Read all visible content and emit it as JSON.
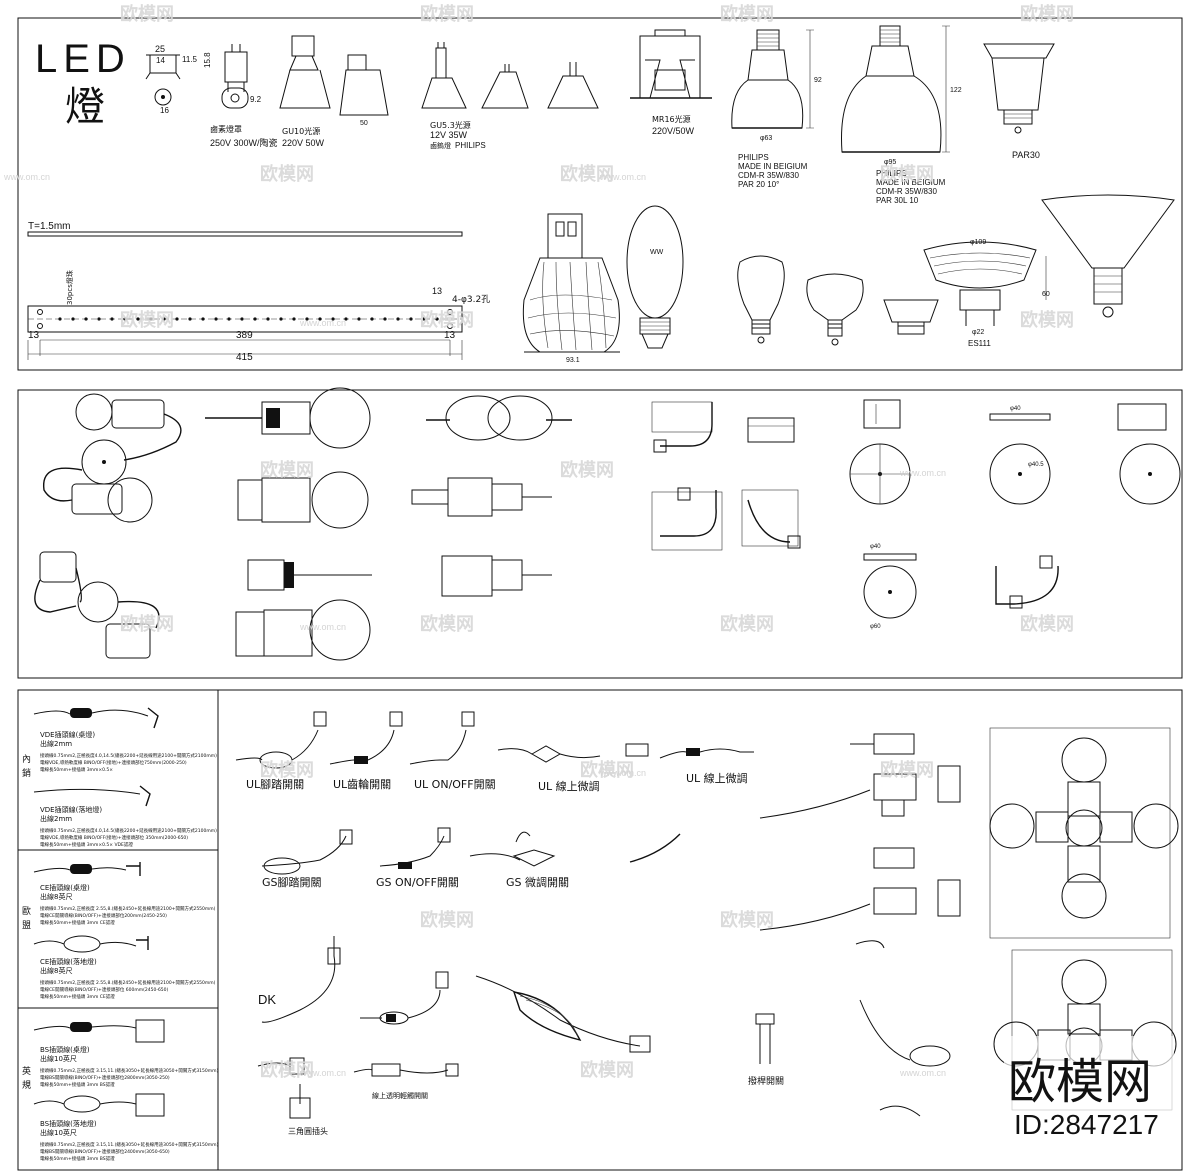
{
  "title": {
    "led": "LED",
    "lamp": "燈"
  },
  "top_panel": {
    "ceramic_base_caption": "鹵素燈罩",
    "ceramic_base_spec": "250V 300W/陶瓷",
    "dims_small": [
      "25",
      "14",
      "11.5",
      "15.8",
      "9.2",
      "16"
    ],
    "gu10_title": "GU10光源",
    "gu10_spec": "220V 50W",
    "gu10_dim": "50",
    "gu53_title": "GU5.3光源",
    "gu53_spec": "12V 35W",
    "gu53_brand_label": "鹵鎢燈",
    "gu53_brand": "PHILIPS",
    "mr16_title": "MR16光源",
    "mr16_spec": "220V/50W",
    "philips1": [
      "PHILIPS",
      "MADE IN BEIGIUM",
      "CDM-R 35W/830",
      "PAR 20   10°"
    ],
    "philips1_dims": [
      "92",
      "φ63"
    ],
    "philips2": [
      "PHILIPS",
      "MADE IN BEIGIUM",
      "CDM-R 35W/830",
      "PAR 30L 10"
    ],
    "philips2_dims": [
      "122",
      "φ95"
    ],
    "par30": "PAR30",
    "strip_thickness": "T=1.5mm",
    "strip_dims": [
      "13",
      "389",
      "13",
      "415",
      "4-φ3.2孔",
      "30pcs燈珠"
    ],
    "strip_side_dim": "13",
    "gu10_large_dim": "93.1",
    "es111_dims": [
      "φ109",
      "φ22",
      "60"
    ],
    "es111": "ES111",
    "bulb_text": "WW"
  },
  "mid_panel": {
    "small_dims": [
      "φ40",
      "φ60",
      "φ40",
      "φ40.5"
    ]
  },
  "bottom_panel": {
    "side_labels": [
      "內",
      "銷",
      "歐",
      "盟",
      "英",
      "規"
    ],
    "vde1_title": "VDE插頭線(桌燈)",
    "vde1_sub": "出線2mm",
    "vde1_note": [
      "接頭線0.75mm2,正極長度4.0,14.5(總長2200+延長線用途2100+開關方式2100mm)",
      "電線VDE,導熱軟度線 BINO/OFF(接地)+連接頭部位750mm(2000-250)",
      "電線長50mm+接插頭 3mm×0.5×"
    ],
    "vde2_title": "VDE插頭線(落地燈)",
    "vde2_sub": "出線2mm",
    "vde2_note": [
      "接頭線0.75mm2,正極長度4.0,14.5(總長2200+延長線用途2100+開關方式2100mm)",
      "電線VDE,導熱軟度線 BINO/OFF(接地)+連接頭部位 350mm(2000-650)",
      "電線長50mm+接插頭 3mm×0.5× VDE認證"
    ],
    "ce1_title": "CE插頭線(桌燈)",
    "ce1_sub": "出線8英尺",
    "ce1_note": [
      "接頭線0.75mm2,正極長度 2.55,8.(總長2450+延長線用途2100+開關方式2550mm)",
      "電線CE開關導線(BINO/OFF)+連接頭部位200mm(2450-250)",
      "電線長50mm+接插頭 3mm CE認證"
    ],
    "ce2_title": "CE插頭線(落地燈)",
    "ce2_sub": "出線8英尺",
    "ce2_note": [
      "接頭線0.75mm2,正極長度 2.55,8.(總長2450+延長線用途2100+開關方式2550mm)",
      "電線CE開關導線(BINO/OFF)+連接頭部位 600mm(2450-650)",
      "電線長50mm+接插頭 3mm CE認證"
    ],
    "bs1_title": "BS插頭線(桌燈)",
    "bs1_sub": "出線10英尺",
    "bs1_note": [
      "接頭線0.75mm2,正極長度 3.15,11.(總長3050+延長線用途3050+開關方式3150mm)",
      "電線BS開關導線(BINO/OFF)+連接頭部位2800mm(3050-250)",
      "電線長50mm+接插頭 3mm BS認證"
    ],
    "bs2_title": "BS插頭線(落地燈)",
    "bs2_sub": "出線10英尺",
    "bs2_note": [
      "接頭線0.75mm2,正極長度 3.15,11.(總長3050+延長線用途3050+開關方式3150mm)",
      "電線BS開關導線(BINO/OFF)+連接頭部位2400mm(3050-650)",
      "電線長50mm+接插頭 3mm BS認證"
    ],
    "ul_foot": "UL腳踏開關",
    "ul_wheel": "UL齒輪開關",
    "ul_onoff": "UL ON/OFF開關",
    "ul_dimmer_inline": "UL 線上微調",
    "ul_dimmer2": "UL 線上微調",
    "gs_foot": "GS腳踏開關",
    "gs_onoff": "GS ON/OFF開關",
    "gs_dimmer": "GS 微調開關",
    "dk": "DK",
    "inline_touch": "線上透明輕觸開關",
    "triangle_plug": "三角圓插头",
    "push_switch": "撥桿開關"
  },
  "watermark": {
    "brand": "欧模网",
    "site": "www.om.cn",
    "corner_brand": "欧模网",
    "corner_id": "ID:2847217"
  }
}
